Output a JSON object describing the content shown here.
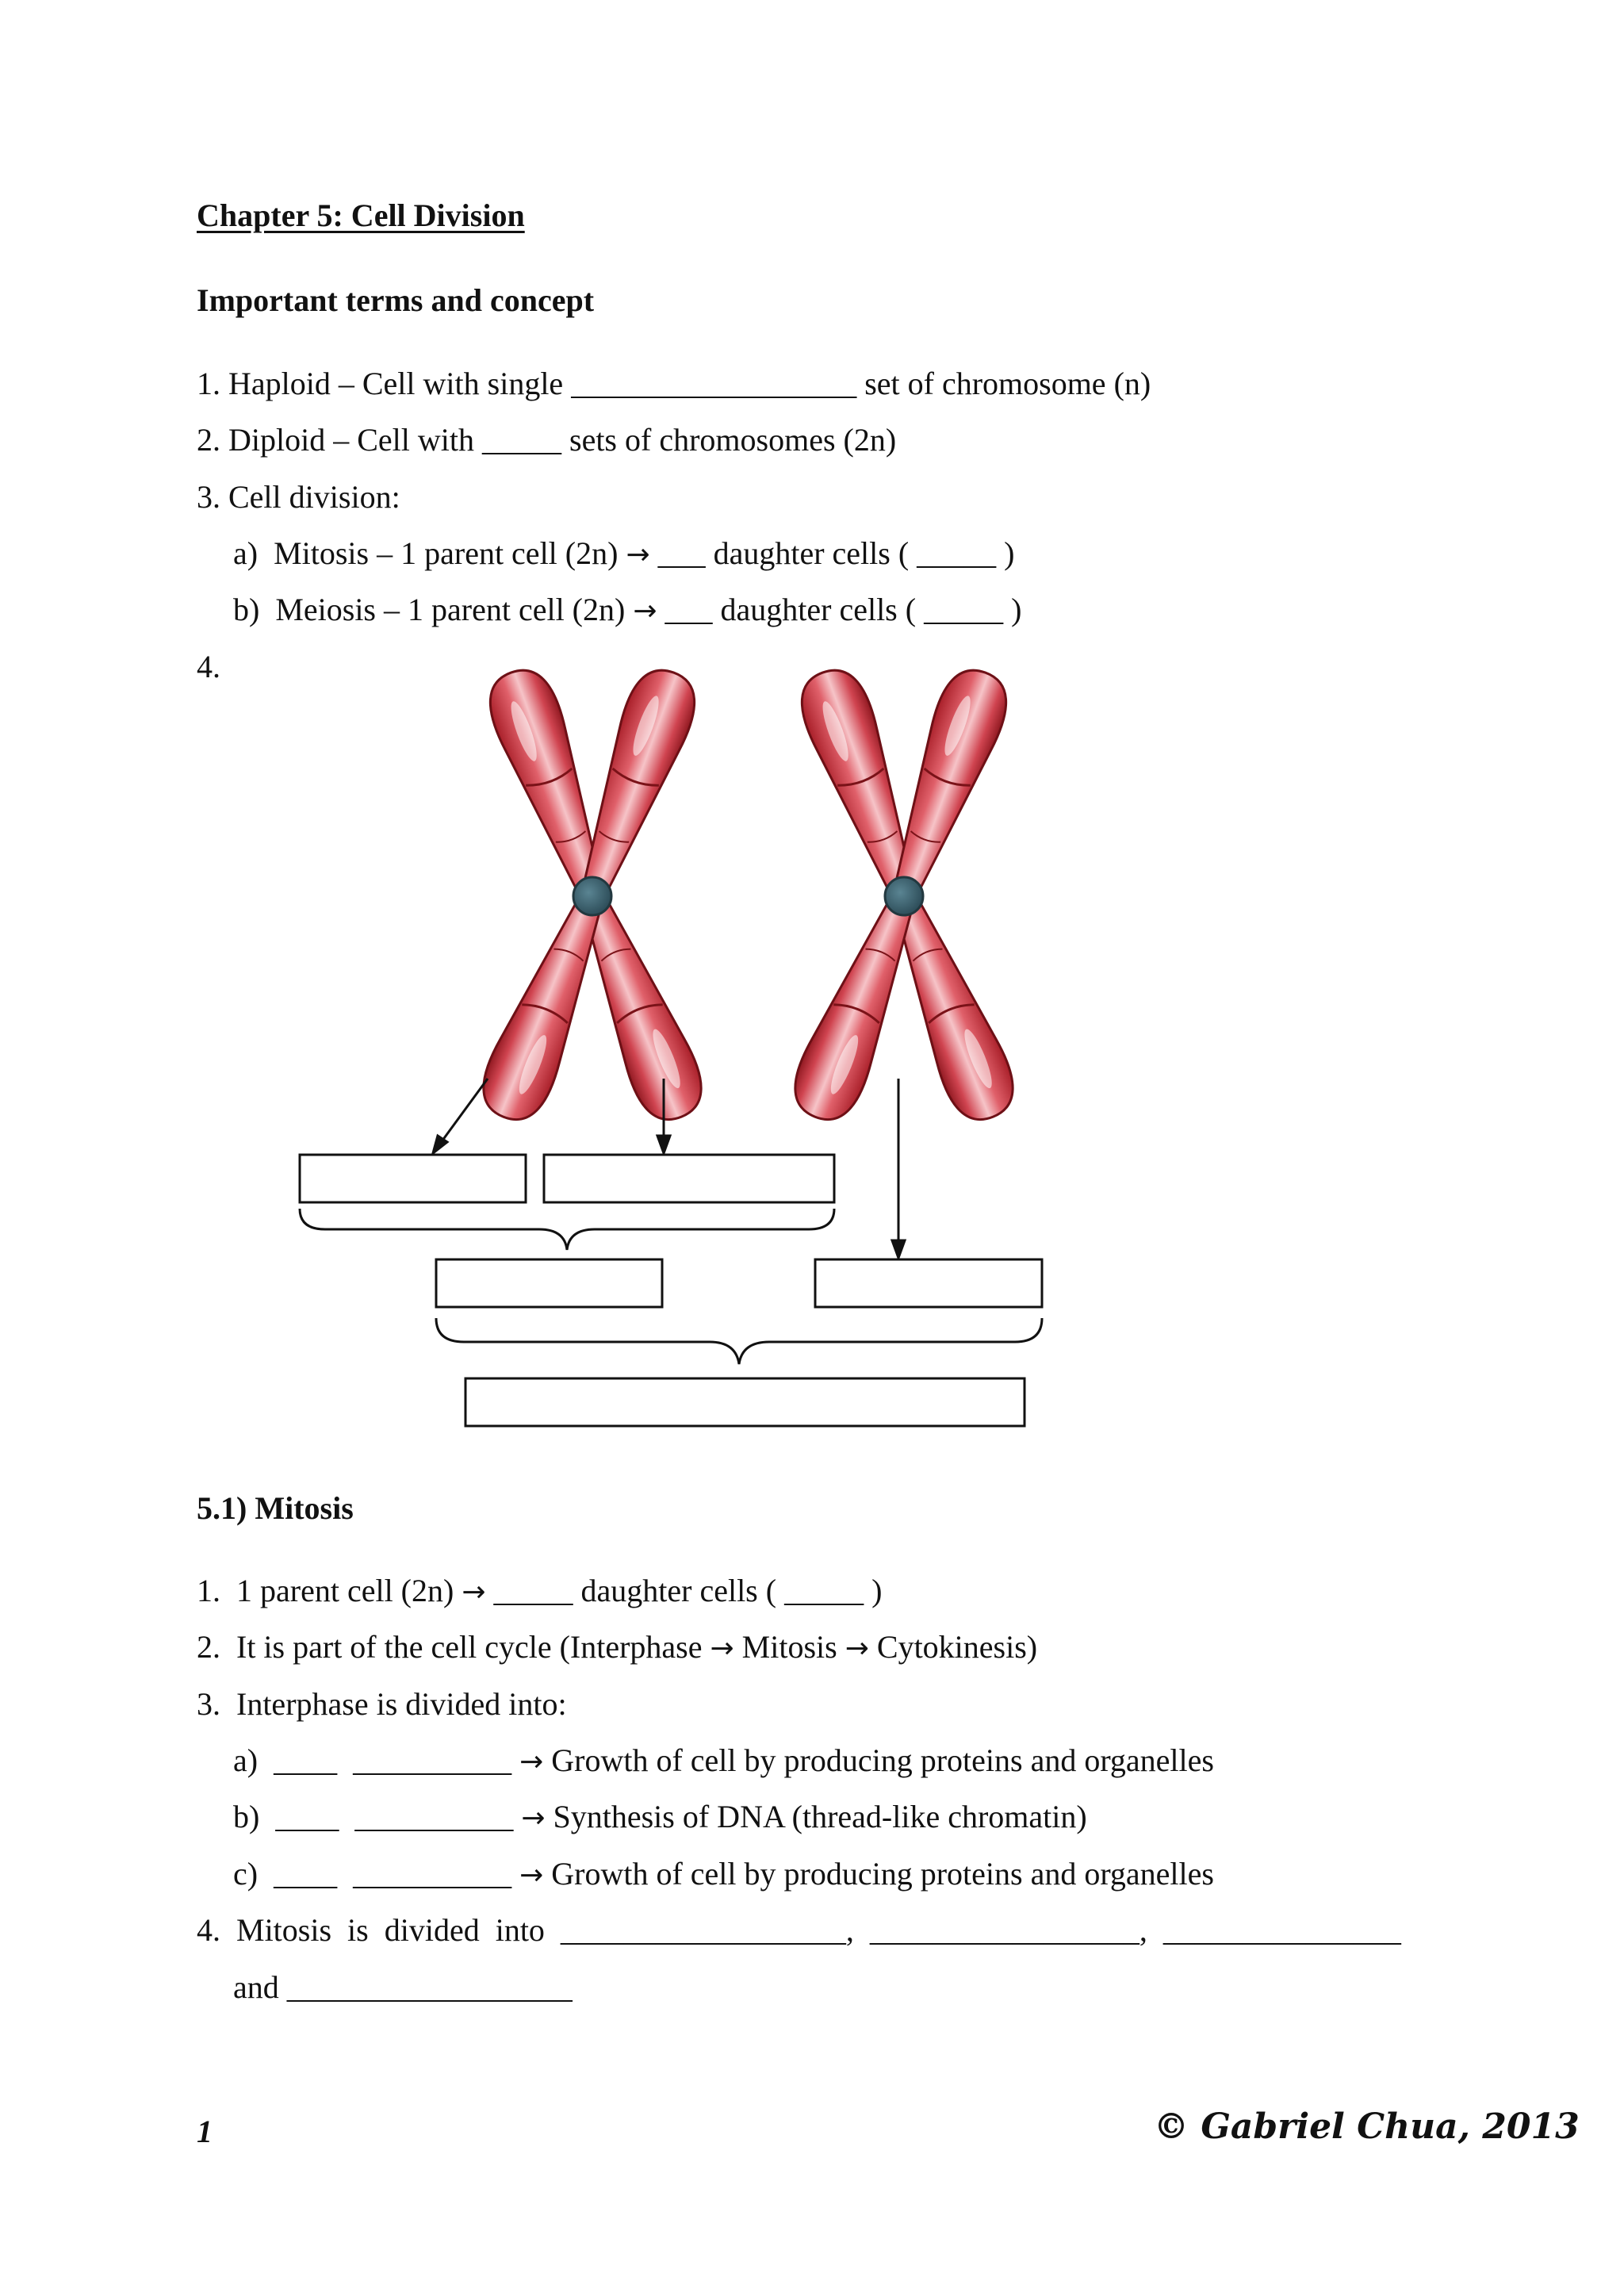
{
  "title": "Chapter 5: Cell Division",
  "section_terms": "Important terms and concept",
  "terms": {
    "item1": "1. Haploid – Cell with single __________________ set of chromosome (n)",
    "item2": "2. Diploid – Cell with _____ sets of chromosomes (2n)",
    "item3": "3. Cell division:",
    "item3a_pre": "a)  Mitosis – 1 parent cell (2n) ",
    "item3a_post": " ___ daughter cells ( _____ )",
    "item3b_pre": "b)  Meiosis – 1 parent cell (2n) ",
    "item3b_post": " ___ daughter cells ( _____ )",
    "item4": "4."
  },
  "arrow_glyph": "→",
  "section_mitosis": "5.1) Mitosis",
  "mitosis": {
    "item1_pre": "1.  1 parent cell (2n) ",
    "item1_post": " _____ daughter cells ( _____ )",
    "item2_pre": "2.  It is part of the cell cycle (Interphase ",
    "item2_mid": " Mitosis ",
    "item2_post": " Cytokinesis)",
    "item3": "3.  Interphase is divided into:",
    "item3a_pre": "a)  ____  __________ ",
    "item3a_post": " Growth of cell by producing proteins and organelles",
    "item3b_pre": "b)  ____  __________ ",
    "item3b_post": " Synthesis of DNA (thread-like chromatin)",
    "item3c_pre": "c)  ____  __________ ",
    "item3c_post": " Growth of cell by producing proteins and organelles",
    "item4": "4.  Mitosis  is  divided  into  __________________,  _________________,  _______________",
    "item4b": "and __________________"
  },
  "footer": {
    "page_number": "1",
    "copyright": "© Gabriel Chua, 2013"
  },
  "colors": {
    "chromosome_red": "#c8323c",
    "chromosome_highlight": "#f2b0b4",
    "centromere": "#3e6270"
  }
}
